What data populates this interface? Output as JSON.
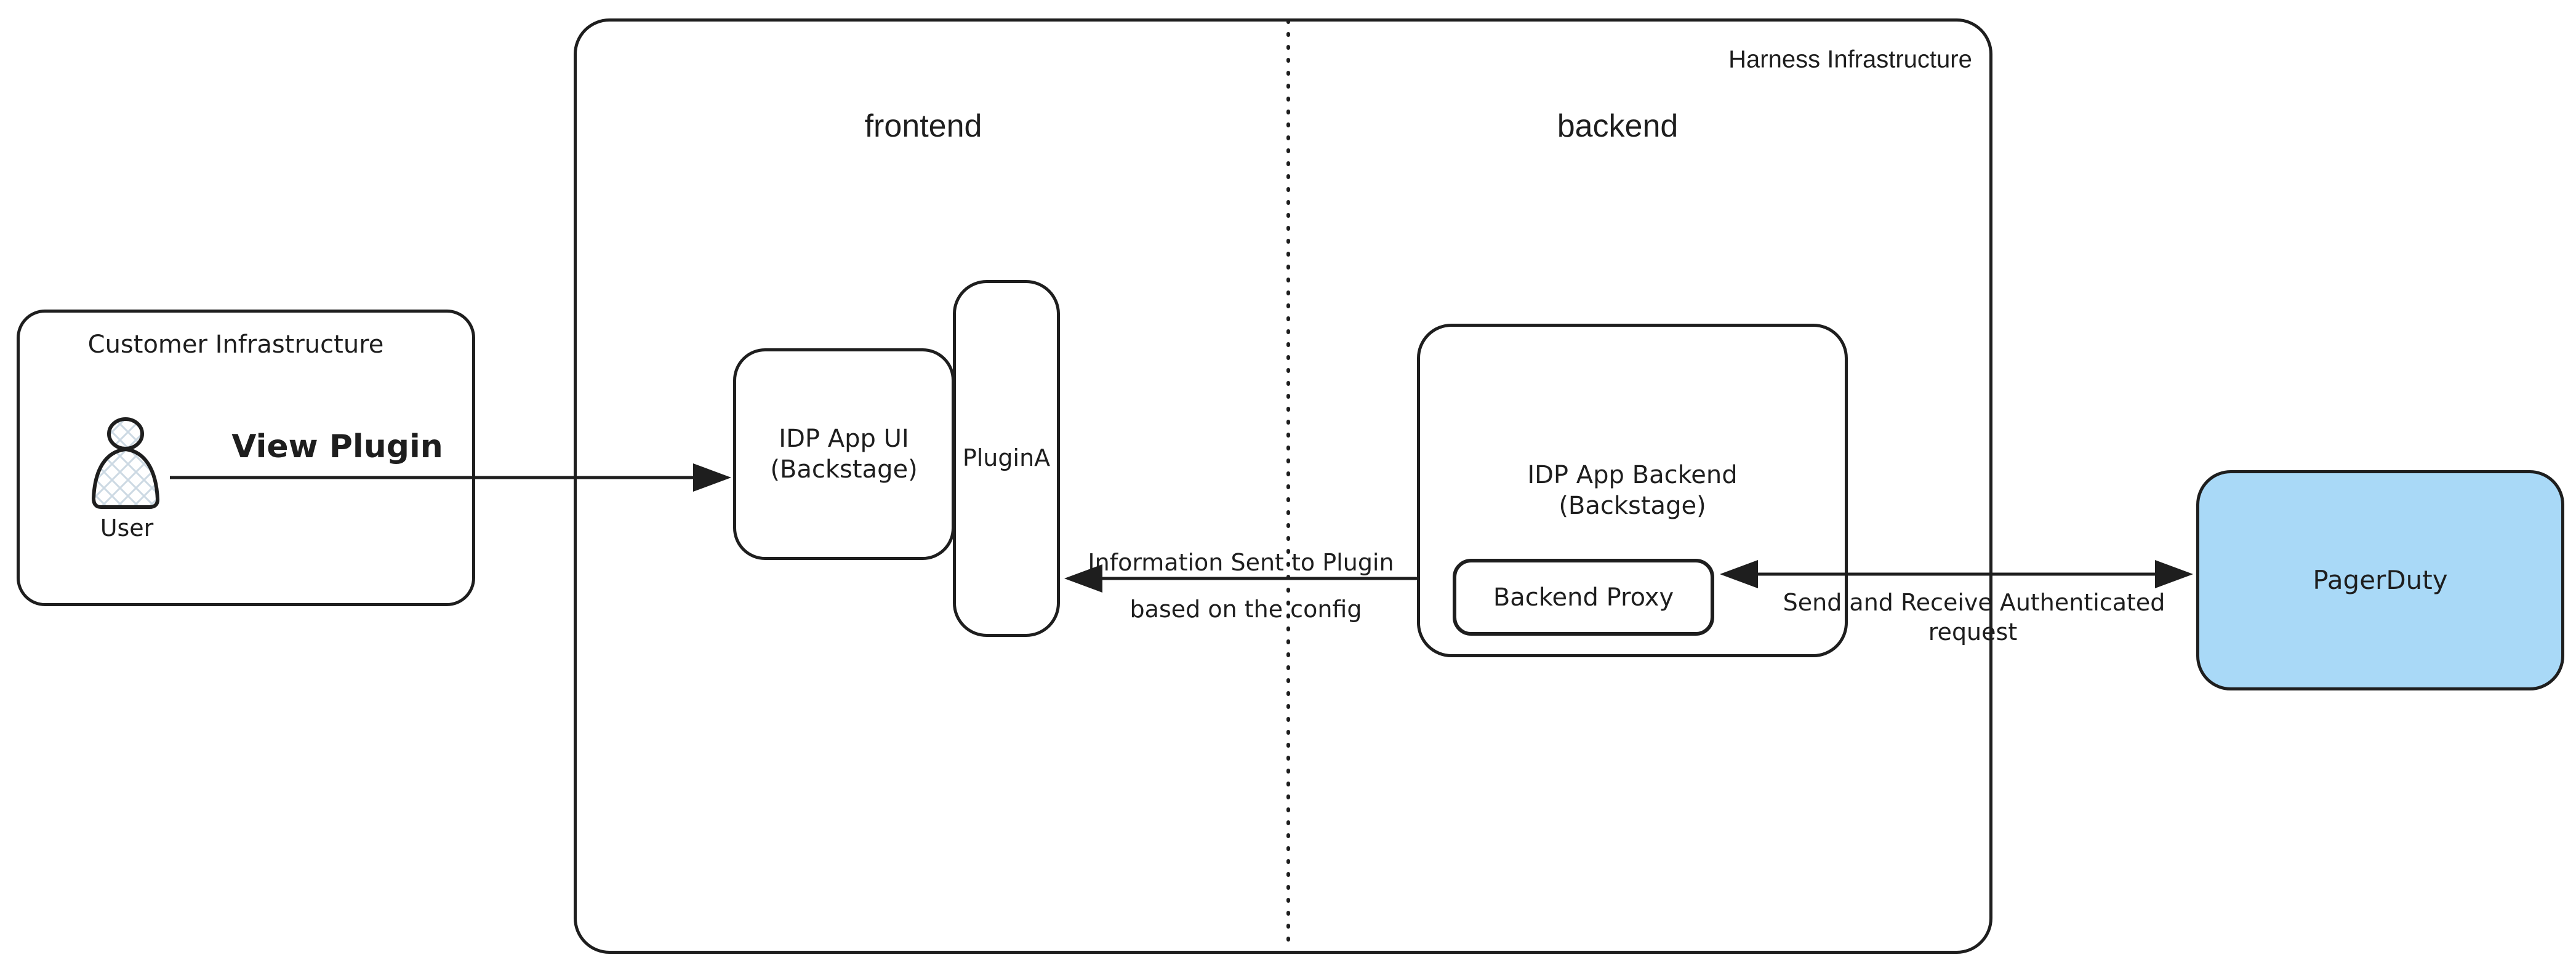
{
  "diagram": {
    "customer": {
      "title": "Customer Infrastructure",
      "user_label": "User"
    },
    "harness": {
      "title": "Harness Infrastructure",
      "frontend_label": "frontend",
      "backend_label": "backend"
    },
    "nodes": {
      "idp_app_ui": {
        "line1": "IDP App UI",
        "line2": "(Backstage)"
      },
      "plugin_a": {
        "label": "PluginA"
      },
      "idp_app_backend": {
        "line1": "IDP App Backend",
        "line2": "(Backstage)"
      },
      "backend_proxy": {
        "label": "Backend Proxy"
      },
      "pagerduty": {
        "label": "PagerDuty"
      }
    },
    "arrows": {
      "view_plugin": {
        "label": "View Plugin"
      },
      "info_sent": {
        "line1": "Information Sent to Plugin",
        "line2": "based on the config"
      },
      "auth_request": {
        "line1": "Send and Receive Authenticated",
        "line2": "request"
      }
    },
    "icons": {
      "user": "person-icon"
    },
    "colors": {
      "stroke": "#1e1e1e",
      "pagerduty_fill": "#a9d9f7",
      "hatch": "#ccd9e3"
    }
  }
}
